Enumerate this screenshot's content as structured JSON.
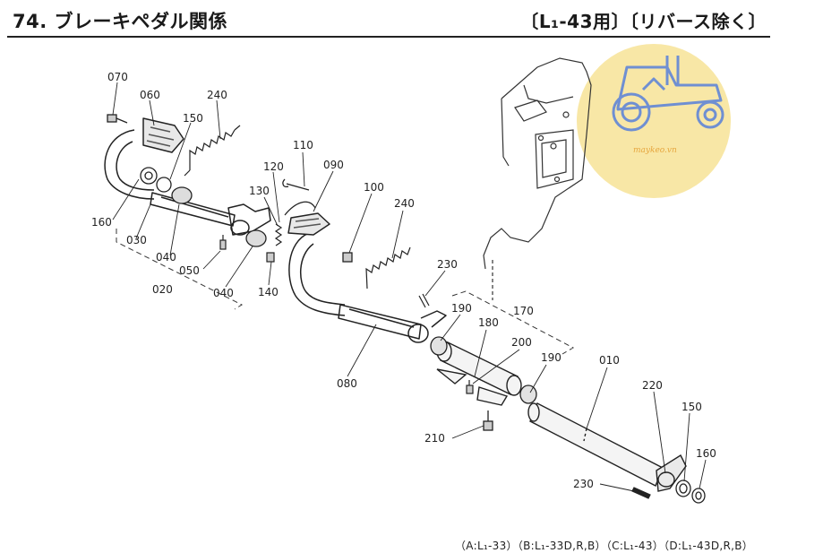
{
  "header": {
    "title": "74. ブレーキペダル関係",
    "subtitle": "〔L₁-43用〕〔リバース除く〕"
  },
  "watermark": {
    "text": "maykeo.vn",
    "color": "#f8e7a6",
    "accent": "#6f8fd2"
  },
  "parts": {
    "p070": "070",
    "p060": "060",
    "p240a": "240",
    "p150a": "150",
    "p160a": "160",
    "p030": "030",
    "p040a": "040",
    "p050": "050",
    "p020": "020",
    "p040b": "040",
    "p130": "130",
    "p120": "120",
    "p110": "110",
    "p090": "090",
    "p140": "140",
    "p100": "100",
    "p240b": "240",
    "p230a": "230",
    "p080": "080",
    "p190a": "190",
    "p180": "180",
    "p170": "170",
    "p200": "200",
    "p190b": "190",
    "p010": "010",
    "p210": "210",
    "p220": "220",
    "p150b": "150",
    "p160b": "160",
    "p230b": "230"
  },
  "footnote": "（A:L₁-33）（B:L₁-33D,R,B）（C:L₁-43）（D:L₁-43D,R,B）"
}
